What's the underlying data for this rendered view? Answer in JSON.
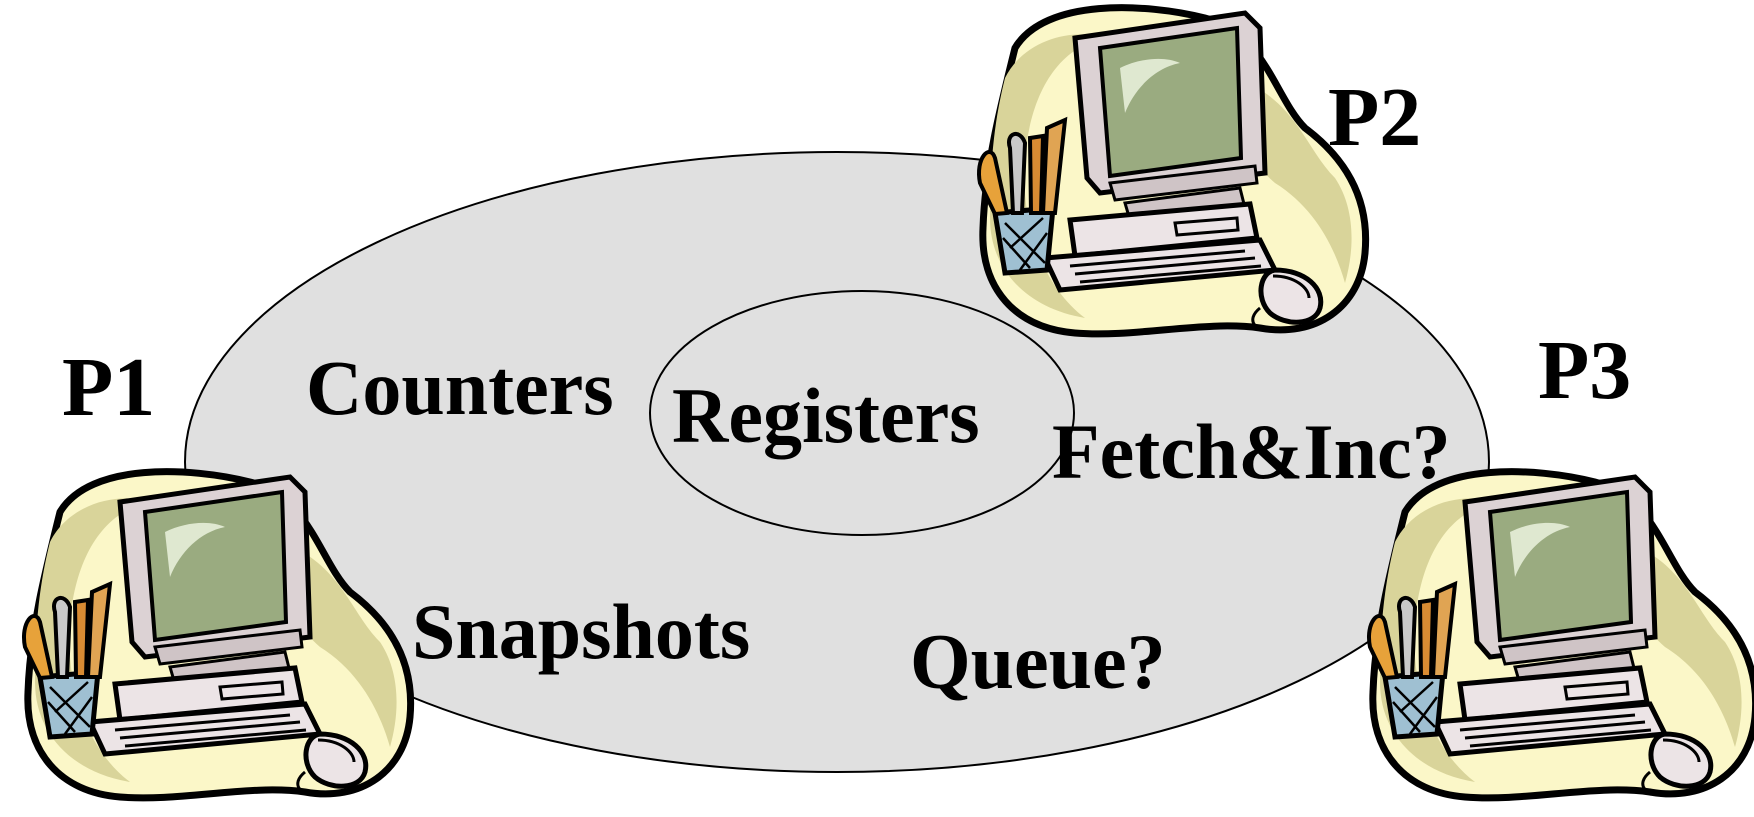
{
  "processes": [
    {
      "id": "p1",
      "label": "P1"
    },
    {
      "id": "p2",
      "label": "P2"
    },
    {
      "id": "p3",
      "label": "P3"
    }
  ],
  "inner_region": {
    "label": "Registers"
  },
  "outer_region": {
    "labels": [
      "Counters",
      "Fetch&Inc?",
      "Snapshots",
      "Queue?"
    ]
  },
  "colors": {
    "shared_region": "#e0e0e0",
    "blob_fill": "#fbf7c8",
    "blob_shade": "#d9d49a",
    "screen": "#9aab80",
    "casing": "#dcd2d4",
    "cup": "#9fc0d2"
  },
  "icons": [
    "computer-icon"
  ]
}
